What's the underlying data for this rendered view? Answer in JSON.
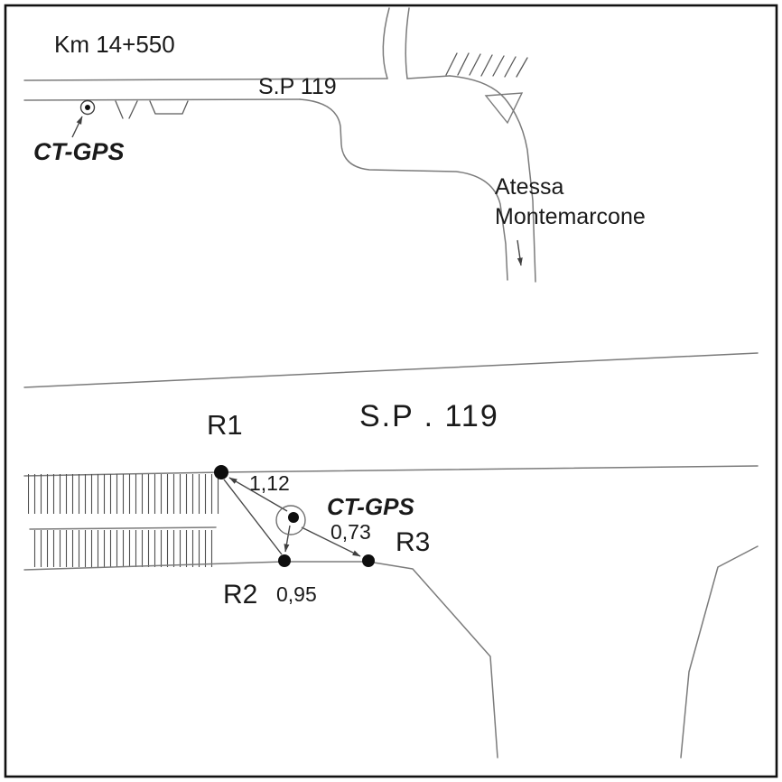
{
  "colors": {
    "ink": "#1a1a1a",
    "line": "#7b7b7b",
    "measure_line": "#474747",
    "point_fill": "#0e0e0e",
    "background": "#ffffff"
  },
  "overview_map": {
    "km_marker_label": "Km 14+550",
    "road_name": "S.P 119",
    "gps_station_label": "CT-GPS",
    "destination": {
      "line1": "Atessa",
      "line2": "Montemarcone"
    }
  },
  "detail_map": {
    "road_name": "S.P . 119",
    "gps_station_label": "CT-GPS",
    "reference_points": [
      {
        "id": "R1"
      },
      {
        "id": "R2"
      },
      {
        "id": "R3"
      }
    ],
    "distances_m": [
      {
        "from": "CT-GPS",
        "to": "R1",
        "label": "1,12"
      },
      {
        "from": "CT-GPS",
        "to": "R3",
        "label": "0,73"
      },
      {
        "from": "CT-GPS",
        "to": "R2",
        "label": "0,95"
      }
    ]
  }
}
